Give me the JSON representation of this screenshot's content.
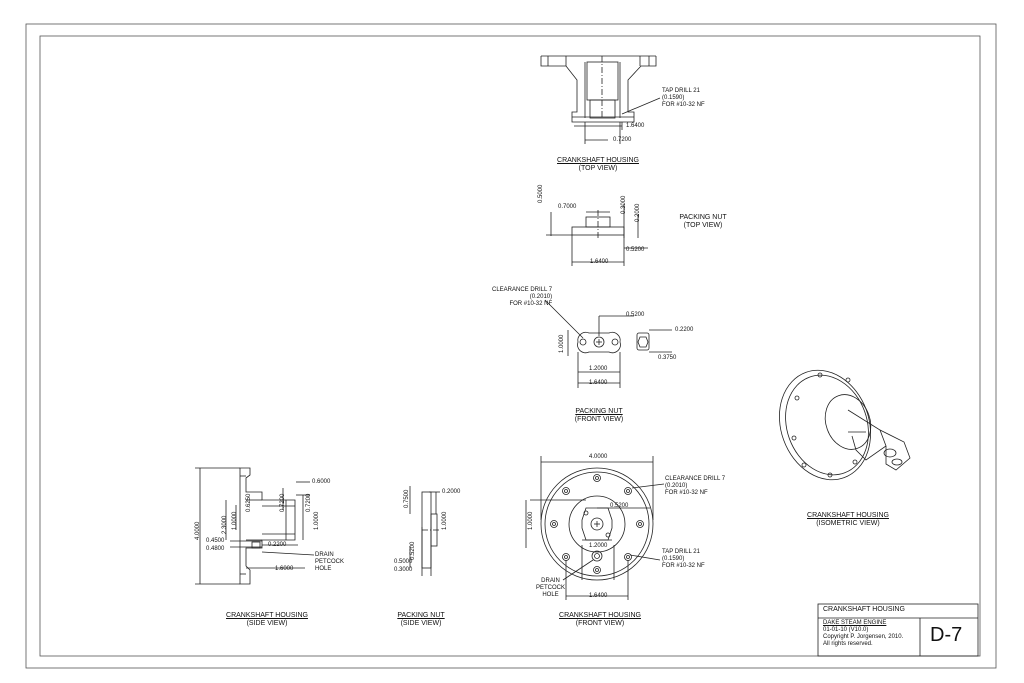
{
  "views": {
    "housing_top": {
      "title": "CRANKSHAFT HOUSING",
      "subtitle": "(TOP VIEW)"
    },
    "nut_top": {
      "title": "PACKING NUT",
      "subtitle": "(TOP VIEW)"
    },
    "nut_front": {
      "title": "PACKING NUT",
      "subtitle": "(FRONT VIEW)"
    },
    "housing_side": {
      "title": "CRANKSHAFT HOUSING",
      "subtitle": "(SIDE VIEW)"
    },
    "nut_side": {
      "title": "PACKING NUT",
      "subtitle": "(SIDE VIEW)"
    },
    "housing_front": {
      "title": "CRANKSHAFT HOUSING",
      "subtitle": "(FRONT VIEW)"
    },
    "housing_iso": {
      "title": "CRANKSHAFT HOUSING",
      "subtitle": "(ISOMETRIC VIEW)"
    }
  },
  "notes": {
    "tap_drill_1": "TAP DRILL 21",
    "tap_drill_1_b": "(0.1590)",
    "tap_drill_1_c": "FOR #10-32 NF",
    "clearance_1": "CLEARANCE DRILL 7",
    "clearance_1_b": "(0.2010)",
    "clearance_1_c": "FOR #10-32 NF",
    "clearance_2": "CLEARANCE DRILL 7",
    "clearance_2_b": "(0.2010)",
    "clearance_2_c": "FOR #10-32 NF",
    "tap_drill_2": "TAP DRILL 21",
    "tap_drill_2_b": "(0.1590)",
    "tap_drill_2_c": "FOR #10-32 NF",
    "drain_side_a": "DRAIN",
    "drain_side_b": "PETCOCK",
    "drain_side_c": "HOLE",
    "drain_front_a": "DRAIN",
    "drain_front_b": "PETCOCK",
    "drain_front_c": "HOLE"
  },
  "dims": {
    "top_16400": "1.6400",
    "top_07200": "0.7200",
    "nt_05000": "0.5000",
    "nt_07000": "0.7000",
    "nt_03000": "0.3000",
    "nt_02000": "0.2000",
    "nt_05200": "0.5200",
    "nt_16400": "1.6400",
    "nf_05200": "0.5200",
    "nf_10000": "1.0000",
    "nf_02200": "0.2200",
    "nf_03750": "0.3750",
    "nf_12000": "1.2000",
    "nf_16400": "1.6400",
    "sv_06000": "0.6000",
    "sv_07200a": "0.7200",
    "sv_07200b": "0.7200",
    "sv_06250": "0.6250",
    "sv_23000": "2.3000",
    "sv_10000a": "1.0000",
    "sv_10000b": "1.0000",
    "sv_40000": "4.0000",
    "sv_04500": "0.4500",
    "sv_04800": "0.4800",
    "sv_02200": "0.2200",
    "sv_16000": "1.6000",
    "ns_07500": "0.7500",
    "ns_02000": "0.2000",
    "ns_10000": "1.0000",
    "ns_05200": "0.5200",
    "ns_05000": "0.5000",
    "ns_03000": "0.3000",
    "fv_40000": "4.0000",
    "fv_10000": "1.0000",
    "fv_05200": "0.5200",
    "fv_12000": "1.2000",
    "fv_16400": "1.6400"
  },
  "title_block": {
    "part_name": "CRANKSHAFT HOUSING",
    "project": "DAKE STEAM ENGINE",
    "date_version": "01-01-10  (V10.0)",
    "copyright": "Copyright P. Jorgensen, 2010.",
    "rights": "All rights reserved.",
    "sheet": "D-7"
  }
}
